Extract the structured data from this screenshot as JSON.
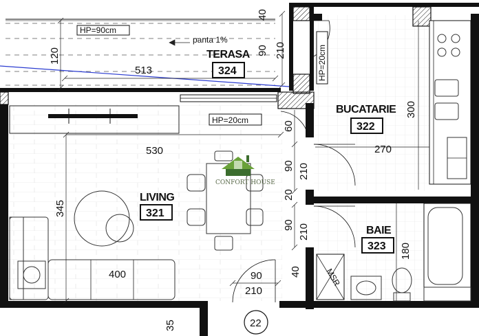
{
  "rooms": {
    "terasa": {
      "name": "TERASA",
      "number": "324"
    },
    "bucatarie": {
      "name": "BUCATARIE",
      "number": "322"
    },
    "living": {
      "name": "LIVING",
      "number": "321"
    },
    "baie": {
      "name": "BAIE",
      "number": "323"
    }
  },
  "notes": {
    "hp_90": "HP=90cm",
    "slope": "panta 1%",
    "hp_20_kitchen": "HP=20cm",
    "hp_20_living": "HP=20cm",
    "msr": "MSR",
    "gridline": "22"
  },
  "dimensions": {
    "d40_top": "40",
    "d120": "120",
    "d90_terasa": "90",
    "d210_terasa": "210",
    "d513": "513",
    "d300": "300",
    "d270": "270",
    "d530": "530",
    "d60": "60",
    "d90_kitchen_door": "90",
    "d210_kitchen_door": "210",
    "d20": "20",
    "d90_bath_door": "90",
    "d210_bath_door": "210",
    "d345": "345",
    "d400": "400",
    "d180": "180",
    "d90_entry": "90",
    "d210_entry": "210",
    "d40_entry": "40",
    "d35": "35"
  },
  "watermark": {
    "text": "CONFORT HOUSE"
  }
}
